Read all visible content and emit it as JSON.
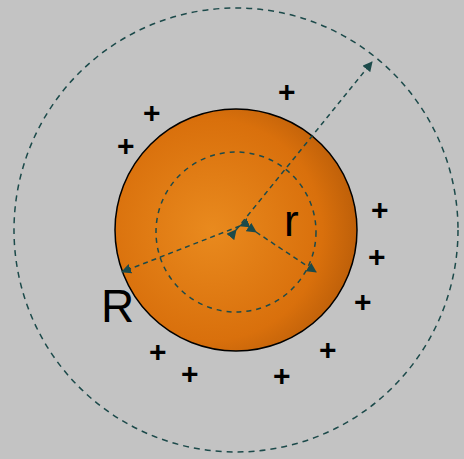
{
  "diagram": {
    "labels": [
      "R",
      "r",
      "+",
      "+",
      "+",
      "+",
      "+",
      "+",
      "+",
      "+",
      "+",
      "+"
    ]
  }
}
